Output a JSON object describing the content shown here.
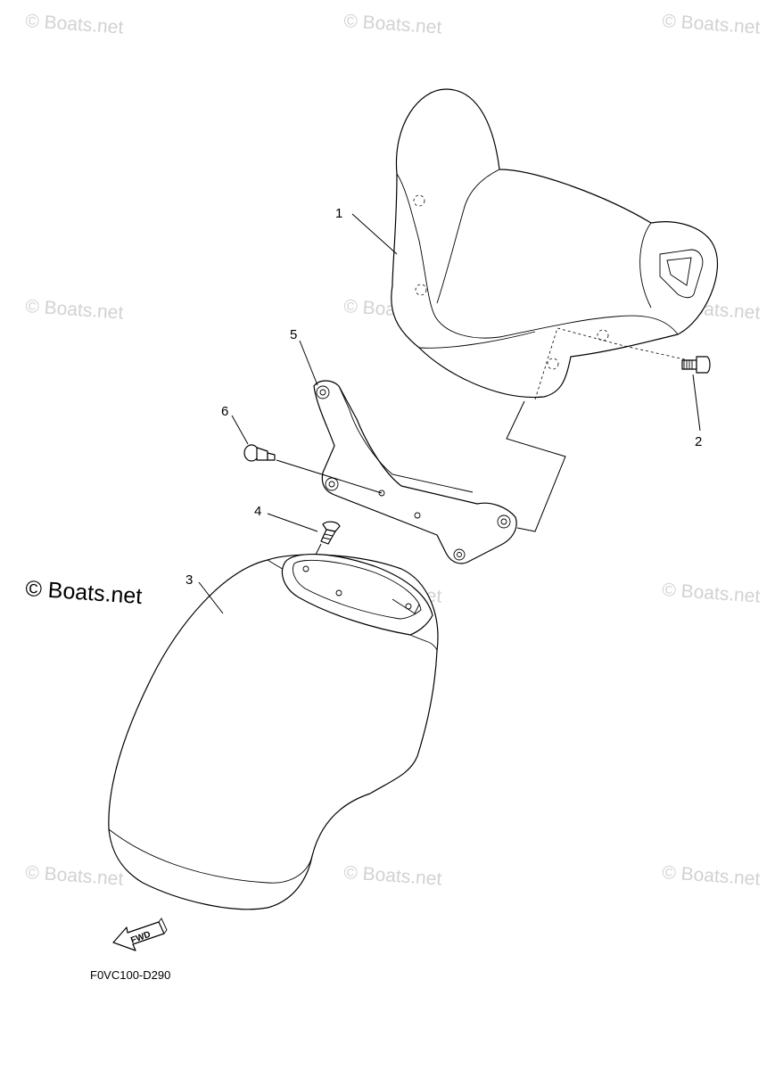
{
  "watermark": {
    "text": "© Boats.net"
  },
  "callouts": {
    "part1": "1",
    "part2": "2",
    "part3": "3",
    "part4": "4",
    "part5": "5",
    "part6": "6"
  },
  "fwd_arrow_label": "FWD",
  "diagram_code": "F0VC100-D290"
}
